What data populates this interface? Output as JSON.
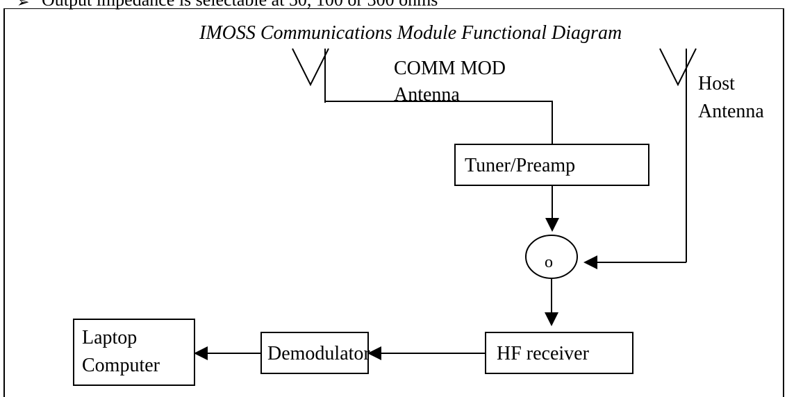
{
  "top_line": {
    "bullet": "➢",
    "text": "Output impedance is selectable at 50, 100 or 300 ohms"
  },
  "diagram": {
    "title": "IMOSS Communications Module Functional Diagram",
    "comm_antenna_label_1": "COMM MOD",
    "comm_antenna_label_2": "Antenna",
    "host_antenna_label_1": "Host",
    "host_antenna_label_2": "Antenna",
    "tuner": "Tuner/Preamp",
    "combiner": "o",
    "hf_receiver": "HF receiver",
    "demodulator": "Demodulator",
    "laptop_1": "Laptop",
    "laptop_2": "Computer"
  }
}
